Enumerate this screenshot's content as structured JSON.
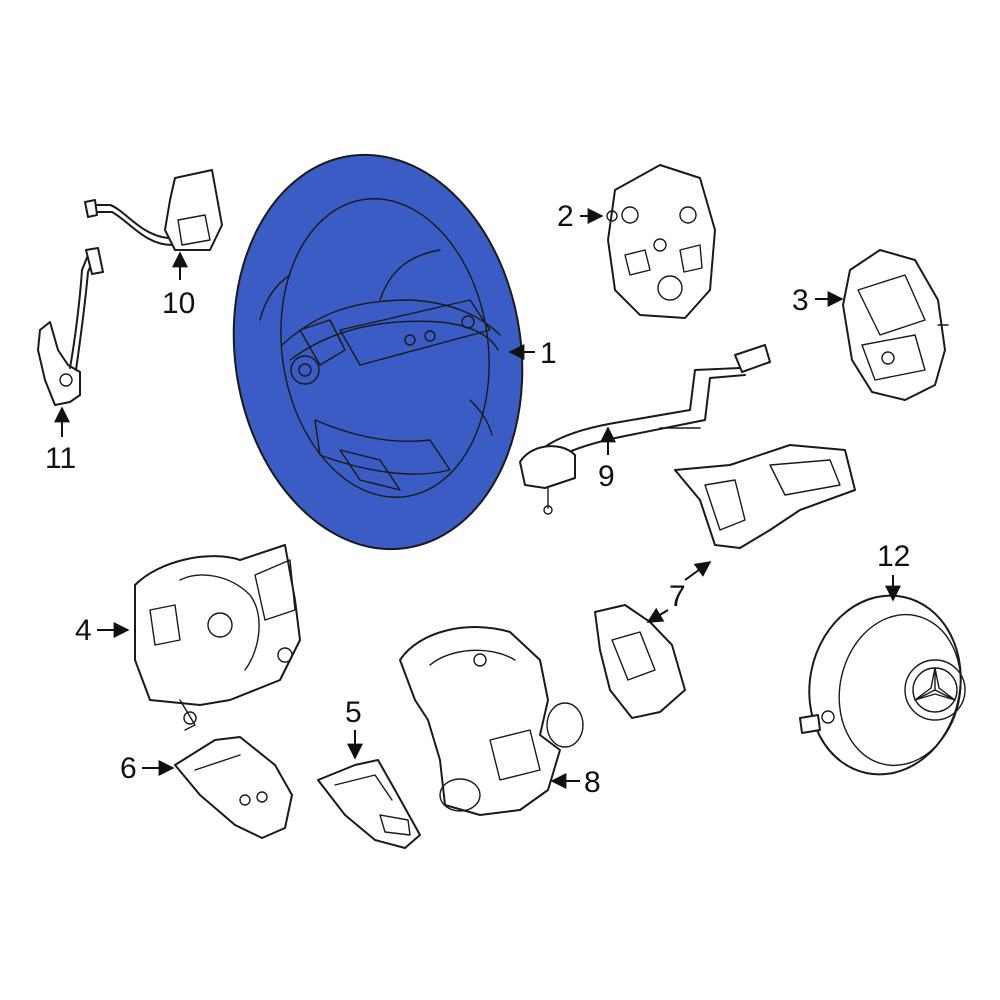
{
  "colors": {
    "highlight": "#3A5CC4",
    "line": "#1a1a1a",
    "background": "#ffffff"
  },
  "callouts": [
    {
      "id": "1",
      "label": "1",
      "part": "steering-wheel"
    },
    {
      "id": "2",
      "label": "2",
      "part": "rear-cover-plate"
    },
    {
      "id": "3",
      "label": "3",
      "part": "control-module"
    },
    {
      "id": "4",
      "label": "4",
      "part": "column-switch-housing"
    },
    {
      "id": "5",
      "label": "5",
      "part": "trim-cover-small"
    },
    {
      "id": "6",
      "label": "6",
      "part": "trim-cover-lower"
    },
    {
      "id": "7",
      "label": "7",
      "part": "switch-panel"
    },
    {
      "id": "8",
      "label": "8",
      "part": "switch-assembly"
    },
    {
      "id": "9",
      "label": "9",
      "part": "wiring-harness"
    },
    {
      "id": "10",
      "label": "10",
      "part": "sensor-with-cable"
    },
    {
      "id": "11",
      "label": "11",
      "part": "shift-paddle"
    },
    {
      "id": "12",
      "label": "12",
      "part": "airbag-module"
    }
  ]
}
